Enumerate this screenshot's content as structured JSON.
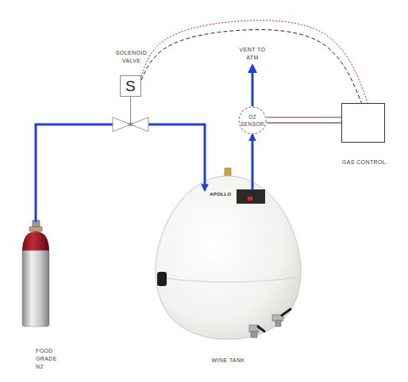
{
  "diagram": {
    "nodes": [
      {
        "text": [
          "FOOD GRADE N2"
        ]
      },
      {
        "text": [
          "SOLENOID VALVE",
          "S"
        ]
      },
      {
        "text": [
          "WINE TANK"
        ]
      },
      {
        "text": [
          "O2 SENSOR"
        ]
      },
      {
        "text": [
          "GAS CONTROL"
        ]
      }
    ],
    "edges": [
      {
        "from": 0,
        "to": 2,
        "arrow": "to"
      },
      {
        "from": 2,
        "to": 3,
        "arrow": "to"
      },
      {
        "from": 3,
        "to": 4,
        "arrow": "none"
      },
      {
        "from": 3,
        "to": 4,
        "arrow": "none"
      },
      {
        "from": 1,
        "to": 4,
        "arrow": "none"
      },
      {
        "from": 1,
        "to": 4,
        "arrow": "none"
      }
    ],
    "labels": [
      "VENT TO ATM",
      "APOLLO"
    ]
  }
}
